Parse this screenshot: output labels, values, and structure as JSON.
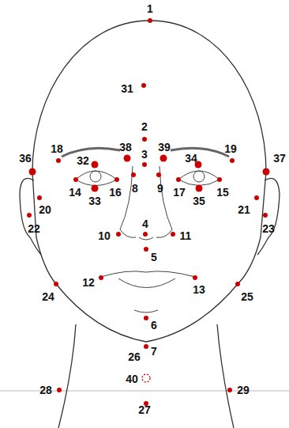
{
  "diagram": {
    "labels": [
      "1",
      "31",
      "2",
      "3",
      "18",
      "38",
      "39",
      "19",
      "36",
      "37",
      "32",
      "34",
      "14",
      "33",
      "16",
      "8",
      "9",
      "17",
      "35",
      "15",
      "20",
      "21",
      "22",
      "23",
      "4",
      "10",
      "11",
      "5",
      "12",
      "13",
      "24",
      "25",
      "6",
      "26",
      "7",
      "40",
      "28",
      "29",
      "27"
    ]
  }
}
